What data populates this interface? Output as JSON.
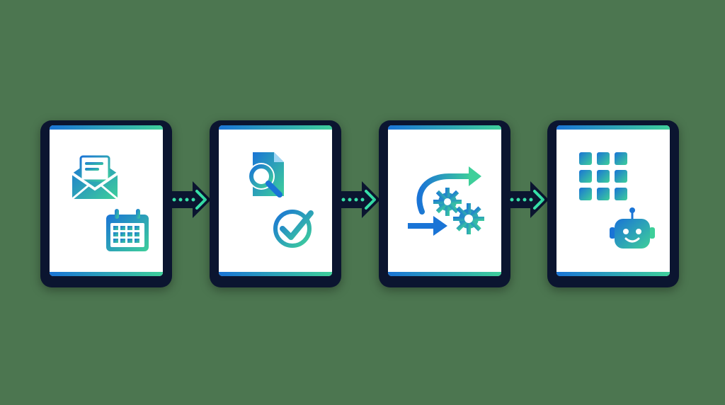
{
  "colors": {
    "background": "#4c7650",
    "card_frame": "#0b1530",
    "card_face": "#ffffff",
    "gradient_blue": "#1a74d6",
    "gradient_green": "#3ecf9a",
    "connector_glow": "#37e0a8"
  },
  "steps": [
    {
      "icons": [
        "envelope-icon",
        "calendar-icon"
      ]
    },
    {
      "icons": [
        "document-search-icon",
        "checkmark-circle-icon"
      ]
    },
    {
      "icons": [
        "curved-arrow-icon",
        "gears-icon"
      ]
    },
    {
      "icons": [
        "grid-icon",
        "robot-icon"
      ]
    }
  ],
  "connectors": [
    "dotted-arrow",
    "dotted-arrow",
    "dotted-arrow"
  ]
}
